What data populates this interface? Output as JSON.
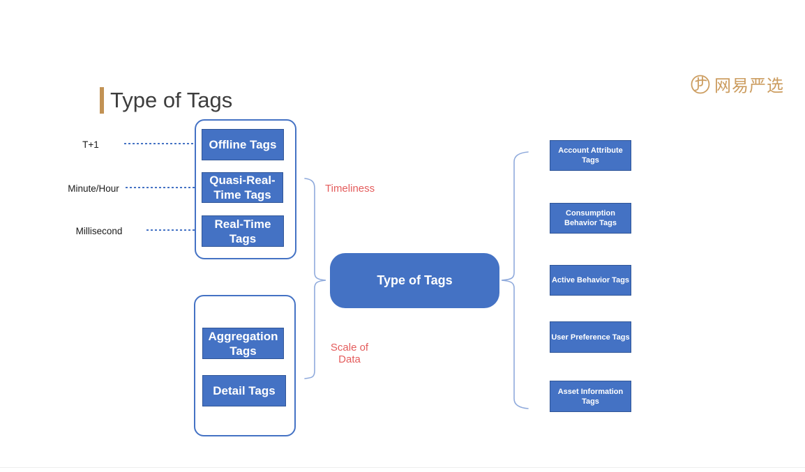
{
  "slide": {
    "title": "Type of Tags"
  },
  "brand": {
    "name": "网易严选",
    "icon": "netease-yanxuan-logo-icon",
    "color": "#CC9D60"
  },
  "colors": {
    "node_fill": "#4472C4",
    "node_border": "#2F5597",
    "container_border": "#4472C4",
    "brace": "#8FAADC",
    "dashed_connector": "#4472C4",
    "annotation_red": "#E45C5C",
    "title_accent_tan": "#C29254",
    "title_text": "#3d3d3d"
  },
  "mindmap": {
    "root": {
      "label": "Type of Tags"
    },
    "timing_labels": [
      {
        "text": "T+1"
      },
      {
        "text": "Minute/Hour"
      },
      {
        "text": "Millisecond"
      }
    ],
    "timeliness_group": {
      "annotation": "Timeliness",
      "nodes": [
        {
          "line1": "Offline Tags",
          "line2": ""
        },
        {
          "line1": "Quasi-Real-",
          "line2": "Time Tags"
        },
        {
          "line1": "Real-Time",
          "line2": "Tags"
        }
      ]
    },
    "scale_group": {
      "annotation_line1": "Scale of",
      "annotation_line2": "Data",
      "nodes": [
        {
          "line1": "Aggregation",
          "line2": "Tags"
        },
        {
          "line1": "Detail Tags",
          "line2": ""
        }
      ]
    },
    "category_nodes": [
      {
        "line1": "Account Attribute",
        "line2": "Tags"
      },
      {
        "line1": "Consumption",
        "line2": "Behavior Tags"
      },
      {
        "line1": "Active Behavior Tags",
        "line2": ""
      },
      {
        "line1": "User Preference Tags",
        "line2": ""
      },
      {
        "line1": "Asset Information",
        "line2": "Tags"
      }
    ]
  }
}
